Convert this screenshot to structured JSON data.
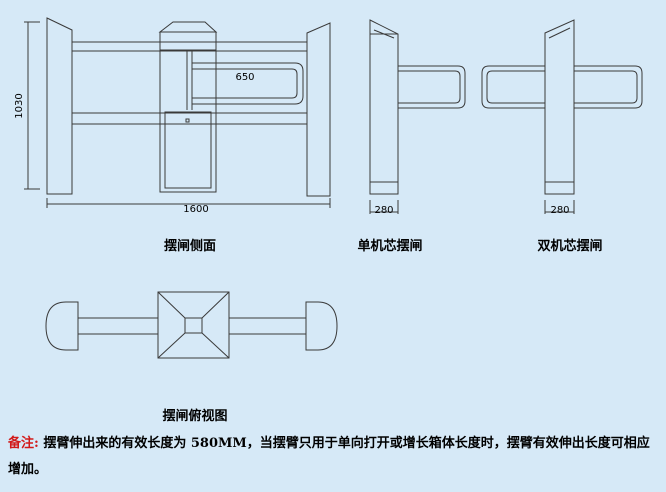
{
  "colors": {
    "background": "#d6e9f7",
    "line": "#3a3a3a",
    "note_label": "#d21a1a"
  },
  "dimensions": {
    "height": "1030",
    "arm": "650",
    "width": "1600",
    "single_width": "280",
    "double_width": "280"
  },
  "captions": {
    "side": "摆闸侧面",
    "single": "单机芯摆闸",
    "double": "双机芯摆闸",
    "top": "摆闸俯视图"
  },
  "note": {
    "label": "备注:",
    "text": "摆臂伸出来的有效长度为 580MM，当摆臂只用于单向打开或增长箱体长度时，摆臂有效伸出长度可相应增加。"
  }
}
